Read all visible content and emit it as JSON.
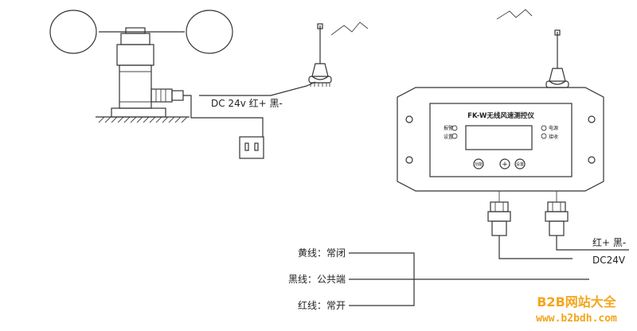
{
  "sensor_label": "DC 24v  红+  黑-",
  "device": {
    "title": "FK-W无线风速测控仪",
    "led_left": [
      "报警",
      "设置"
    ],
    "led_right": [
      "电源",
      "接收"
    ],
    "btn_left": "功能",
    "btn_mid": "+",
    "btn_right": "设置"
  },
  "power_label": {
    "line1": "红+  黑-",
    "line2": "DC24V"
  },
  "wires": [
    {
      "label": "黄线：常闭"
    },
    {
      "label": "黑线：公共端"
    },
    {
      "label": "红线：常开"
    }
  ],
  "watermark": {
    "line1": "B2B网站大全",
    "line2": "www.b2bdh.com"
  },
  "colors": {
    "watermark": "#f4a51c",
    "line": "#333333"
  }
}
